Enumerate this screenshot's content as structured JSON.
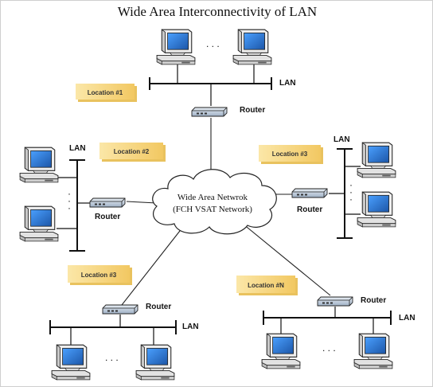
{
  "title": "Wide Area Interconnectivity of LAN",
  "cloud": {
    "line1": "Wide Area Netwrok",
    "line2": "(FCH VSAT Network)"
  },
  "labels": {
    "router": "Router",
    "lan": "LAN",
    "ellipsis": ". . ."
  },
  "locations": [
    {
      "text": "Location #1"
    },
    {
      "text": "Location #2"
    },
    {
      "text": "Location #3"
    },
    {
      "text": "Location #3"
    },
    {
      "text": "Location #N"
    }
  ],
  "colors": {
    "tag": "#f7d98a",
    "tag_shadow": "#e9c25e",
    "screen": "#2f76c8",
    "case": "#e4e4e4",
    "outline": "#222222",
    "cloud": "#ffffff"
  }
}
